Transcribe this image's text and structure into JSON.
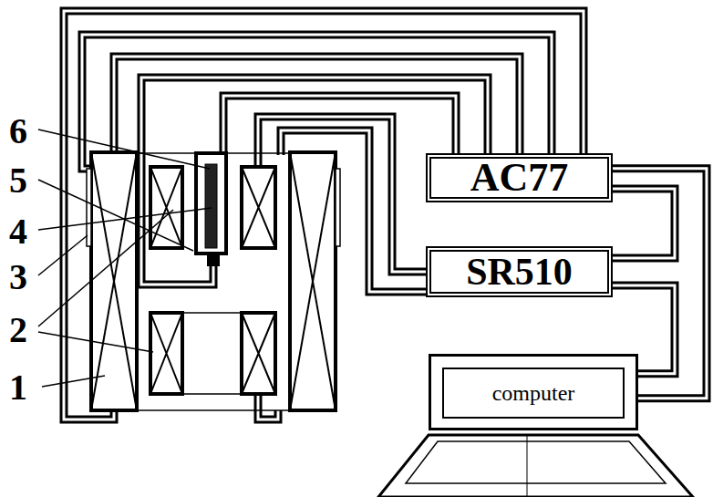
{
  "diagram": {
    "nodes": [
      {
        "text": [
          "AC77"
        ]
      },
      {
        "text": [
          "SR510"
        ]
      },
      {
        "text": [
          "computer"
        ]
      }
    ],
    "edges": [
      {
        "from": 0,
        "to": 2,
        "arrow": "none"
      },
      {
        "from": 0,
        "to": 1,
        "arrow": "none"
      },
      {
        "from": 1,
        "to": 2,
        "arrow": "none"
      }
    ],
    "labels": [
      "6",
      "5",
      "4",
      "3",
      "2",
      "1"
    ]
  }
}
